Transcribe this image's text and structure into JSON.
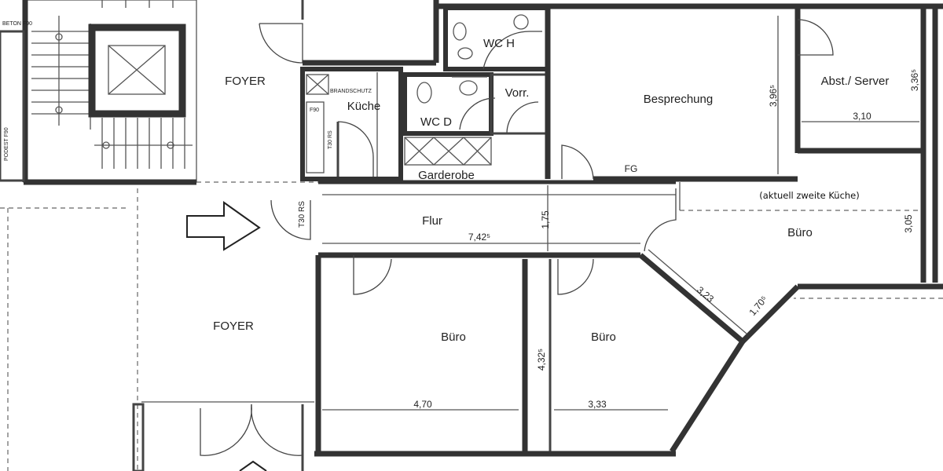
{
  "rooms": {
    "foyer_top": "FOYER",
    "kueche": "Küche",
    "wc_h": "WC H",
    "wc_d": "WC D",
    "vorr": "Vorr.",
    "besprechung": "Besprechung",
    "abst_server": "Abst./ Server",
    "garderobe": "Garderobe",
    "flur": "Flur",
    "buero_right": "Büro",
    "foyer_bottom": "FOYER",
    "buero_left": "Büro",
    "buero_mid": "Büro"
  },
  "labels": {
    "fg": "FG",
    "t30": "T30 RS",
    "note_kitchen": "(aktuell zweite Küche)",
    "brandschutz": "F90",
    "tiny_left_top": "BETON F90",
    "tiny_left_mid": "PODEST F90",
    "tiny_kitchen_top": "BRANDSCHUTZ",
    "tiny_kitchen_side": "F90",
    "tiny_kitchen_side2": "T30 RS"
  },
  "dimensions": {
    "besprechung_h": "3,96⁵",
    "abst_h": "3,36⁵",
    "abst_w": "3,10",
    "flur_w": "7,42⁵",
    "flur_h": "1,75",
    "buero_right_h": "3,05",
    "diag_a": "3,23",
    "diag_b": "1,70⁵",
    "buero_left_w": "4,70",
    "buero_mid_h": "4,32⁵",
    "buero_mid_w": "3,33"
  }
}
